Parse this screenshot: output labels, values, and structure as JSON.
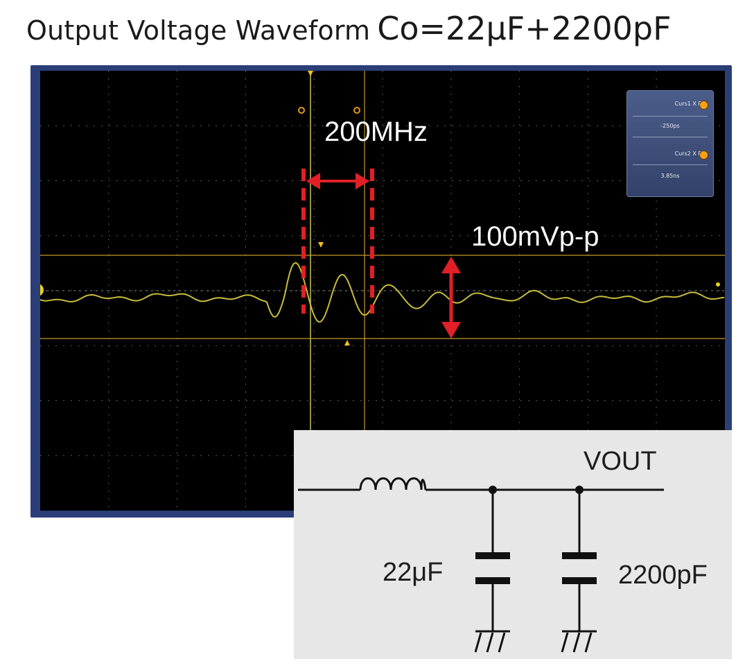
{
  "title": {
    "main": "Output Voltage Waveform",
    "condition": "Co=22μF+2200pF"
  },
  "scope": {
    "cursor_panel": {
      "cursor1_label": "Curs1 X Pos",
      "cursor1_value": "-250ps",
      "cursor2_label": "Curs2 X Pos",
      "cursor2_value": "3.85ns"
    },
    "annotation_frequency": "200MHz",
    "annotation_amplitude": "100mVp-p",
    "colors": {
      "screen": "#000000",
      "trace": "#c8bd3a",
      "cursor": "#c79a2a",
      "annotation": "#e21f26",
      "frame": "#2b3e78"
    }
  },
  "schematic": {
    "output_label": "VOUT",
    "capacitor1_label": "22μF",
    "capacitor2_label": "2200pF"
  }
}
